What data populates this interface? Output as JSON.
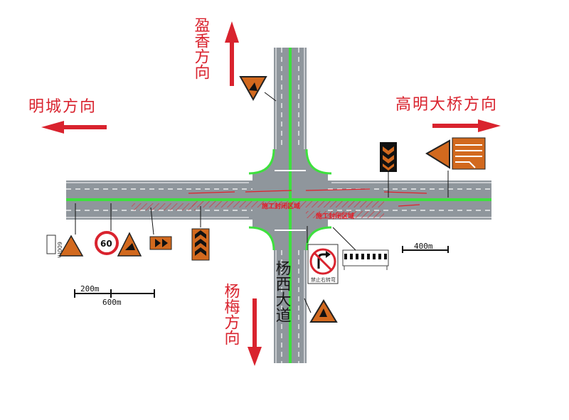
{
  "directions": {
    "north": "盈香方向",
    "west": "明城方向",
    "east": "高明大桥方向",
    "south": "杨梅方向"
  },
  "road_name": "杨西大道",
  "work_zones": [
    "施工封闭区域",
    "施工封闭区域"
  ],
  "scale_bars": {
    "left_short": "200m",
    "left_long": "600m",
    "right": "400m"
  },
  "signs": {
    "distance_plate": "600m",
    "speed_limit": "60",
    "no_right_turn_caption": "禁止右转弯"
  },
  "colors": {
    "road": "#8f969c",
    "green_line": "#3ee03e",
    "red": "#d9232e",
    "sign_orange": "#d2691e"
  },
  "icons": [
    "north-arrow-icon",
    "west-arrow-icon",
    "east-arrow-icon",
    "south-arrow-icon",
    "road-work-sign-icon",
    "chevron-sign-icon",
    "no-right-turn-sign-icon",
    "barrier-icon",
    "lane-merge-sign-icon",
    "speed-limit-sign-icon"
  ]
}
